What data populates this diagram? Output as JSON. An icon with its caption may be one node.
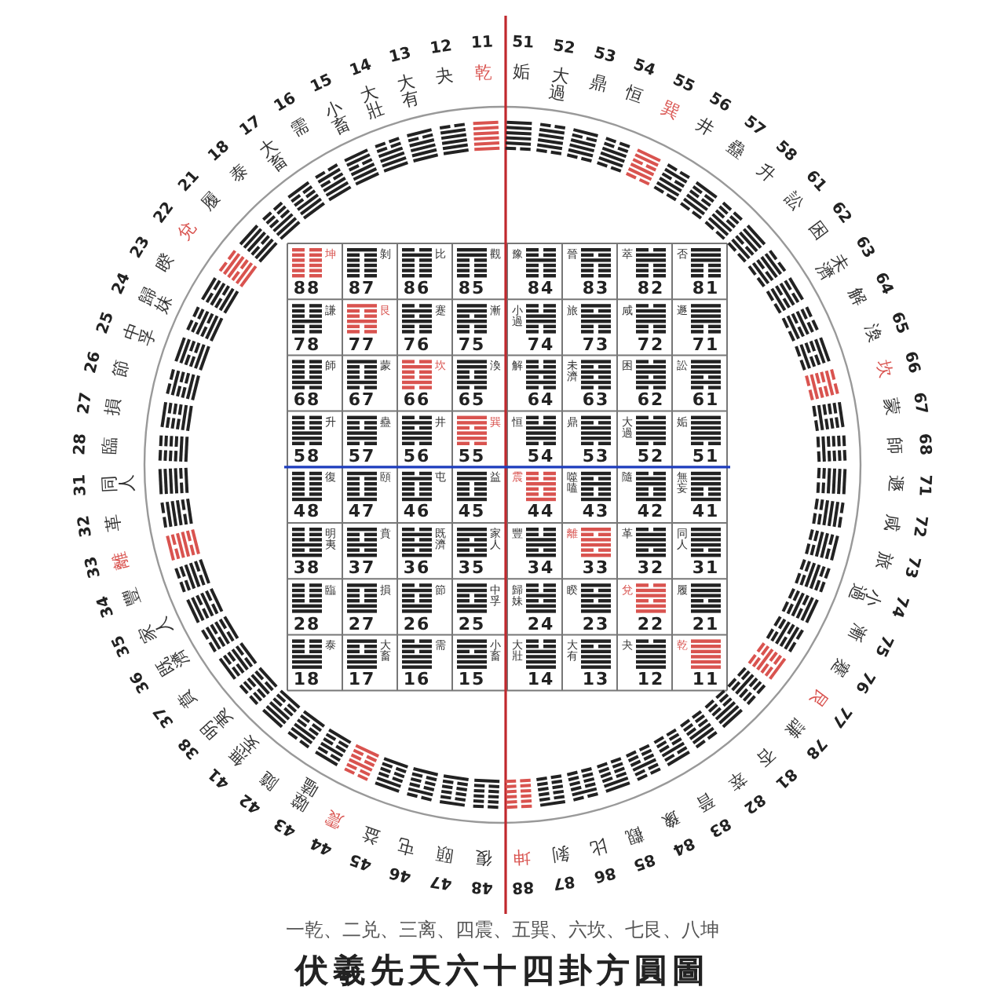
{
  "diagram": {
    "title": "伏羲先天六十四卦方圓圖",
    "labels": [
      "11",
      "乾",
      "12",
      "夬",
      "13",
      "大有",
      "14",
      "大壯",
      "15",
      "小畜",
      "16",
      "需",
      "17",
      "大畜",
      "18",
      "泰",
      "21",
      "履",
      "22",
      "兌",
      "23",
      "睽",
      "24",
      "歸妹",
      "25",
      "中孚",
      "26",
      "節",
      "27",
      "損",
      "28",
      "臨",
      "31",
      "同人",
      "32",
      "革",
      "33",
      "離",
      "34",
      "豐",
      "35",
      "家人",
      "36",
      "既濟",
      "37",
      "賁",
      "38",
      "明夷",
      "41",
      "無妄",
      "42",
      "隨",
      "43",
      "噬嗑",
      "44",
      "震",
      "45",
      "益",
      "46",
      "屯",
      "47",
      "頤",
      "48",
      "復",
      "51",
      "姤",
      "52",
      "大過",
      "53",
      "鼎",
      "54",
      "恒",
      "55",
      "巽",
      "56",
      "井",
      "57",
      "蠱",
      "58",
      "升",
      "61",
      "訟",
      "62",
      "困",
      "63",
      "未濟",
      "64",
      "解",
      "65",
      "渙",
      "66",
      "坎",
      "67",
      "蒙",
      "68",
      "師",
      "71",
      "遯",
      "72",
      "咸",
      "73",
      "旅",
      "74",
      "小過",
      "75",
      "漸",
      "76",
      "蹇",
      "77",
      "艮",
      "78",
      "謙",
      "81",
      "否",
      "82",
      "萃",
      "83",
      "晉",
      "84",
      "豫",
      "85",
      "觀",
      "86",
      "比",
      "87",
      "剝",
      "88",
      "坤",
      "坤",
      "88",
      "剝",
      "87",
      "比",
      "86",
      "觀",
      "85",
      "豫",
      "84",
      "晉",
      "83",
      "萃",
      "82",
      "否",
      "81",
      "謙",
      "78",
      "艮",
      "77",
      "蹇",
      "76",
      "漸",
      "75",
      "小過",
      "74",
      "旅",
      "73",
      "咸",
      "72",
      "遯",
      "71",
      "師",
      "68",
      "蒙",
      "67",
      "坎",
      "66",
      "渙",
      "65",
      "解",
      "64",
      "未濟",
      "63",
      "困",
      "62",
      "訟",
      "61",
      "升",
      "58",
      "蠱",
      "57",
      "井",
      "56",
      "巽",
      "55",
      "恒",
      "54",
      "鼎",
      "53",
      "大過",
      "52",
      "姤",
      "51",
      "復",
      "48",
      "頤",
      "47",
      "屯",
      "46",
      "益",
      "45",
      "震",
      "44",
      "噬嗑",
      "43",
      "隨",
      "42",
      "無妄",
      "41",
      "明夷",
      "38",
      "賁",
      "37",
      "既濟",
      "36",
      "家人",
      "35",
      "豐",
      "34",
      "離",
      "33",
      "革",
      "32",
      "同人",
      "31",
      "臨",
      "28",
      "損",
      "27",
      "節",
      "26",
      "中孚",
      "25",
      "歸妹",
      "24",
      "睽",
      "23",
      "兌",
      "22",
      "履",
      "21",
      "泰",
      "18",
      "大畜",
      "17",
      "需",
      "16",
      "小畜",
      "15",
      "大壯",
      "14",
      "大有",
      "13",
      "夬",
      "12",
      "乾",
      "11",
      "一乾、二兑、三离、四震、五巽、六坎、七艮、八坤"
    ]
  }
}
